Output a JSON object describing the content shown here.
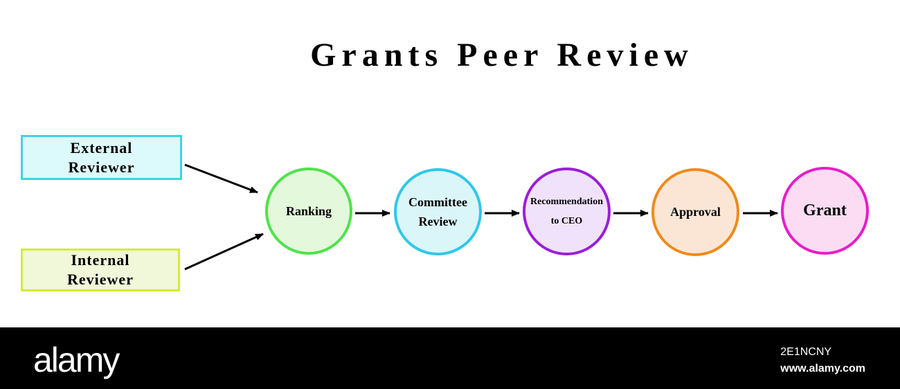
{
  "title": "Grants Peer Review",
  "inputs": [
    {
      "line1": "External",
      "line2": "Reviewer"
    },
    {
      "line1": "Internal",
      "line2": "Reviewer"
    }
  ],
  "steps": [
    {
      "line1": "Ranking",
      "line2": "",
      "color": "#4fe34a",
      "fill": "#e4f8dc"
    },
    {
      "line1": "Committee",
      "line2": "Review",
      "color": "#2fc8e8",
      "fill": "#dbf6f9"
    },
    {
      "line1": "Recommendation",
      "line2": "to CEO",
      "color": "#9b1ed8",
      "fill": "#f1e2fb"
    },
    {
      "line1": "Approval",
      "line2": "",
      "color": "#f08a1a",
      "fill": "#fbe6d6"
    },
    {
      "line1": "Grant",
      "line2": "",
      "color": "#e61ec8",
      "fill": "#fbdcf3"
    }
  ],
  "footer": {
    "logo": "alamy",
    "image_id": "2E1NCNY",
    "site": "www.alamy.com"
  }
}
